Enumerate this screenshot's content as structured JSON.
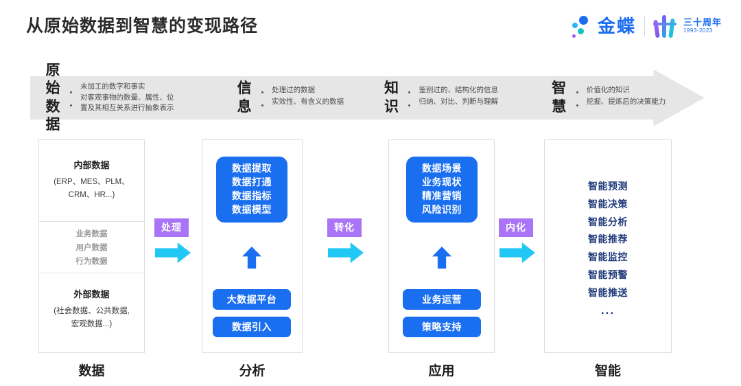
{
  "header": {
    "title": "从原始数据到智慧的变现路径",
    "logo": {
      "brand": "金蝶",
      "anniversary": "三十周年",
      "anniversary_years": "1993-2023"
    }
  },
  "banner": {
    "stages": [
      {
        "term": "原始\n数据",
        "term_line1": "原始",
        "term_line2": "数据",
        "bullets": [
          "未加工的数字和事实",
          "对客观事物的数量、属性、位",
          "置及其相互关系进行抽象表示"
        ]
      },
      {
        "term_line1": "信",
        "term_line2": "息",
        "bullets": [
          "处理过的数据",
          "实效性、有含义的数据"
        ]
      },
      {
        "term_line1": "知",
        "term_line2": "识",
        "bullets": [
          "鉴别过的、结构化的信息",
          "归纳、对比、判断与理解"
        ]
      },
      {
        "term_line1": "智",
        "term_line2": "慧",
        "bullets": [
          "价值化的知识",
          "挖掘、提炼后的决策能力"
        ]
      }
    ]
  },
  "pipeline": {
    "stage_labels": {
      "data": "数据",
      "analysis": "分析",
      "apply": "应用",
      "intelligence": "智能"
    },
    "data_stage": {
      "internal_title": "内部数据",
      "internal_sub_line1": "(ERP、MES、PLM、",
      "internal_sub_line2": "CRM、HR...)",
      "middle_items": [
        "业务数据",
        "用户数据",
        "行为数据"
      ],
      "external_title": "外部数据",
      "external_sub_line1": "(社会数据、公共数据,",
      "external_sub_line2": "宏观数据...)"
    },
    "analysis_stage": {
      "main_box_lines": [
        "数据提取",
        "数据打通",
        "数据指标",
        "数据模型"
      ],
      "pills": [
        "大数据平台",
        "数据引入"
      ]
    },
    "apply_stage": {
      "main_box_lines": [
        "数据场景",
        "业务现状",
        "精准营销",
        "风险识别"
      ],
      "pills": [
        "业务运营",
        "策略支持"
      ]
    },
    "intelligence_stage": {
      "items": [
        "智能预测",
        "智能决策",
        "智能分析",
        "智能推荐",
        "智能监控",
        "智能预警",
        "智能推送"
      ],
      "ellipsis": "..."
    },
    "connectors": [
      {
        "label": "处理"
      },
      {
        "label": "转化"
      },
      {
        "label": "内化"
      }
    ]
  },
  "colors": {
    "blue": "#1a6ef0",
    "cyan_arrow": "#22c8f5",
    "purple_label": "#a974f5",
    "banner_gray": "#e6e6e6",
    "intel_navy": "#1f3a7a"
  }
}
